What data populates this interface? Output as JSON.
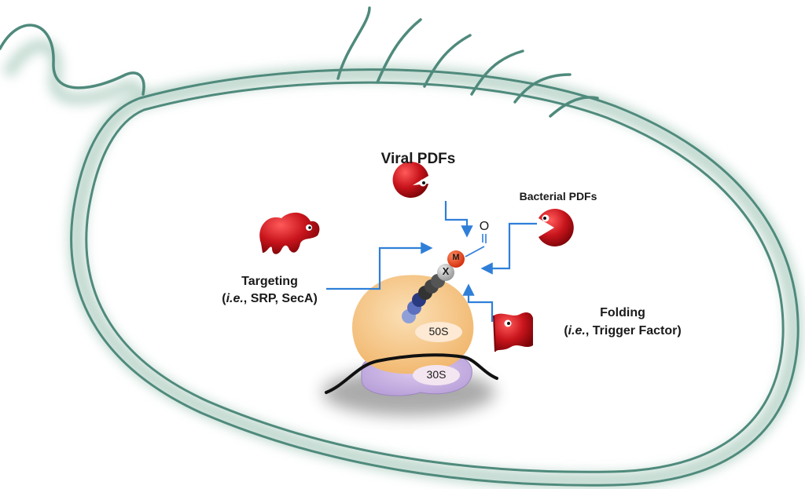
{
  "labels": {
    "viral_pdfs": "Viral PDFs",
    "bacterial_pdfs": "Bacterial PDFs",
    "targeting_title": "Targeting",
    "targeting_open": "(",
    "targeting_ie": "i.e.",
    "targeting_rest": ", SRP, SecA)",
    "folding_title": "Folding",
    "folding_open": "(",
    "folding_ie": "i.e.",
    "folding_rest": ", Trigger Factor)",
    "subunit_large": "50S",
    "subunit_small": "30S",
    "residue_m": "M",
    "residue_x": "X",
    "formyl_o": "O"
  },
  "colors": {
    "membrane": "#4f8a7c",
    "membrane_halo": "#a9cbbd",
    "arrow": "#2f7fd8",
    "protein_red": "#c8141c",
    "ribosome_50s": "#f6c58a",
    "ribosome_30s": "#c6aee0",
    "mrna": "#111111",
    "methionine": "#e8401a",
    "residue_x": "#bdbdbd"
  }
}
